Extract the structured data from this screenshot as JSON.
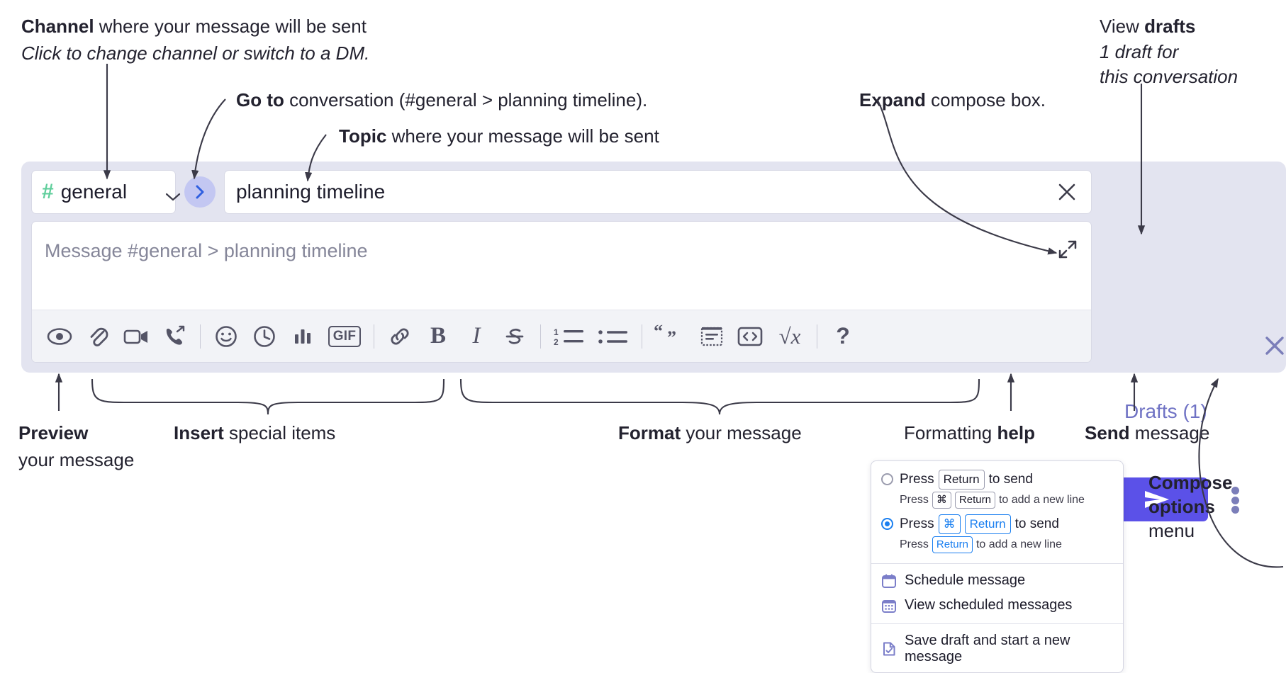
{
  "annotations": {
    "channel": {
      "bold": "Channel",
      "rest": " where your message will be sent",
      "italic": "Click to change channel or switch to a DM."
    },
    "goto": {
      "bold": "Go to",
      "rest": " conversation (#general > planning timeline)."
    },
    "topic": {
      "bold": "Topic",
      "rest": " where your message will be sent"
    },
    "expand": {
      "bold": "Expand",
      "rest": " compose box."
    },
    "drafts": {
      "line1_plain": "View ",
      "line1_bold": "drafts",
      "line2": "1 draft for",
      "line3": "this conversation"
    },
    "preview": {
      "bold": "Preview",
      "line2": "your message"
    },
    "insert": {
      "bold": "Insert",
      "rest": " special items"
    },
    "format": {
      "bold": "Format",
      "rest": " your message"
    },
    "help": {
      "plain": "Formatting ",
      "bold": "help"
    },
    "send": {
      "bold": "Send",
      "rest": " message"
    },
    "compose_options": {
      "bold1": "Compose",
      "bold2": "options",
      "plain": "menu"
    }
  },
  "compose": {
    "channel_name": "general",
    "hash_symbol": "#",
    "topic_value": "planning timeline",
    "message_placeholder": "Message #general > planning timeline",
    "drafts_label": "Drafts (1)",
    "gif_label": "GIF",
    "bold_label": "B",
    "italic_label": "I",
    "help_label": "?",
    "math_label": "√x"
  },
  "colors": {
    "panel_bg": "#e3e4f0",
    "send_purple": "#5b51e8",
    "hash_green": "#5fce9b",
    "goto_circle": "#c3c7f2",
    "drafts_purple": "#6f72c4",
    "radio_blue": "#1a7ff0",
    "menu_icon_purple": "#7b7ec9"
  },
  "options_menu": {
    "option1": {
      "selected": false,
      "press": "Press",
      "key": "Return",
      "to_send": "to send",
      "sub_press": "Press",
      "sub_key1": "⌘",
      "sub_key2": "Return",
      "sub_tail": "to add a new line"
    },
    "option2": {
      "selected": true,
      "press": "Press",
      "key1": "⌘",
      "key2": "Return",
      "to_send": "to send",
      "sub_press": "Press",
      "sub_key": "Return",
      "sub_tail": "to add a new line"
    },
    "items": [
      {
        "icon": "calendar-icon",
        "label": "Schedule message"
      },
      {
        "icon": "calendar-grid-icon",
        "label": "View scheduled messages"
      },
      {
        "icon": "save-draft-icon",
        "label": "Save draft and start a new message"
      }
    ]
  },
  "toolbar_icons": [
    "eye-icon",
    "paperclip-icon",
    "video-icon",
    "phone-forward-icon",
    "emoji-icon",
    "clock-icon",
    "poll-icon",
    "gif-icon",
    "link-icon",
    "bold-icon",
    "italic-icon",
    "strikethrough-icon",
    "ordered-list-icon",
    "bullet-list-icon",
    "blockquote-icon",
    "code-block-icon",
    "code-icon",
    "math-icon",
    "help-icon"
  ]
}
